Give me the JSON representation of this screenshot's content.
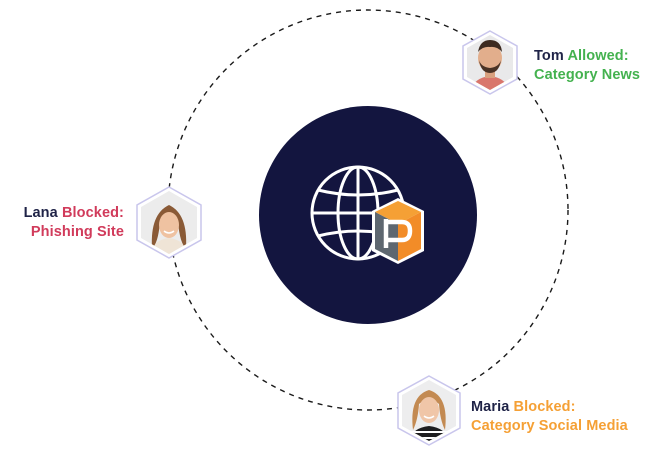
{
  "colors": {
    "navy": "#13153f",
    "allowed": "#44b24f",
    "blocked_red": "#d13b5b",
    "blocked_orange": "#f5a035",
    "hex_border": "#c9c6ec",
    "logo_orange": "#f28c28",
    "logo_gray": "#5e6770"
  },
  "center": {
    "icon": "globe-with-logo-icon"
  },
  "users": [
    {
      "name": "Tom",
      "status": "Allowed:",
      "detail": "Category News",
      "status_color": "#44b24f",
      "avatar": "man-avatar-icon"
    },
    {
      "name": "Lana",
      "status": "Blocked:",
      "detail": "Phishing Site",
      "status_color": "#d13b5b",
      "avatar": "woman-avatar-icon"
    },
    {
      "name": "Maria",
      "status": "Blocked:",
      "detail": "Category Social Media",
      "status_color": "#f5a035",
      "avatar": "woman-avatar-icon"
    }
  ]
}
